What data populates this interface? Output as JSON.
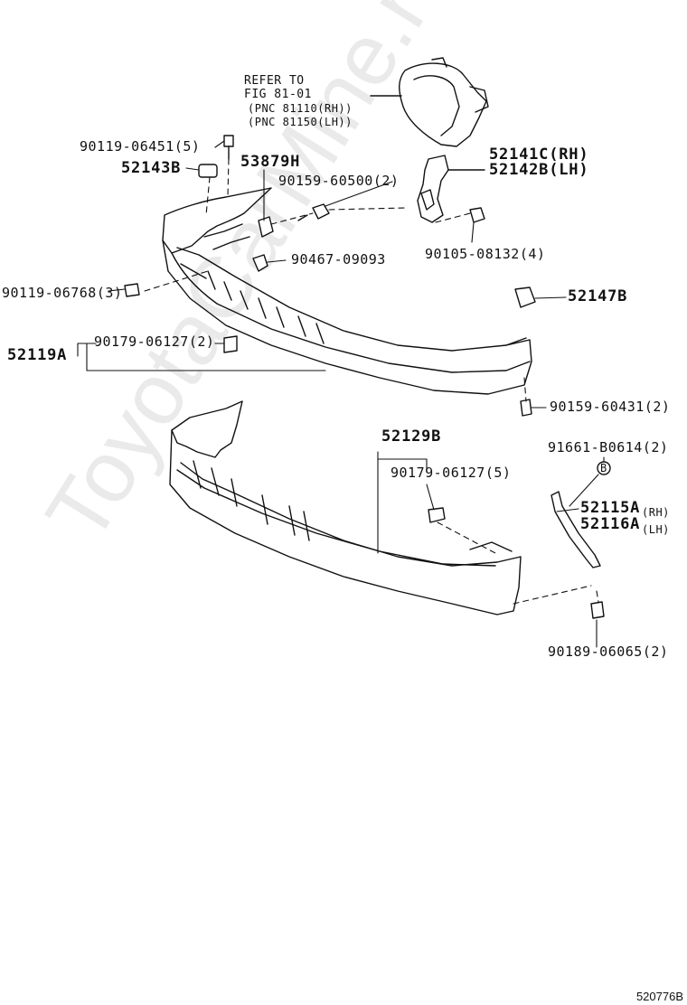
{
  "watermark": "ToyotaCarMine.ru",
  "diagram_code": "520776B",
  "refer": {
    "line1": "REFER TO",
    "line2": "FIG 81-01",
    "line3": "(PNC 81110(RH))",
    "line4": "(PNC 81150(LH))"
  },
  "labels": {
    "p_90119_06451": "90119-06451(5)",
    "p_52143B": "52143B",
    "p_53879H": "53879H",
    "p_90159_60500": "90159-60500(2)",
    "p_52141C": "52141C(RH)",
    "p_52142B": "52142B(LH)",
    "p_90467_09093": "90467-09093",
    "p_90105_08132": "90105-08132(4)",
    "p_90119_06768": "90119-06768(3)",
    "p_52147B": "52147B",
    "p_52119A": "52119A",
    "p_90179_06127_2": "90179-06127(2)",
    "p_90159_60431": "90159-60431(2)",
    "p_52129B": "52129B",
    "p_91661_B0614": "91661-B0614(2)",
    "p_90179_06127_5": "90179-06127(5)",
    "p_52115A": "52115A",
    "p_52116A": "52116A",
    "p_rh": "(RH)",
    "p_lh": "(LH)",
    "p_b_marker": "B",
    "p_90189_06065": "90189-06065(2)"
  }
}
